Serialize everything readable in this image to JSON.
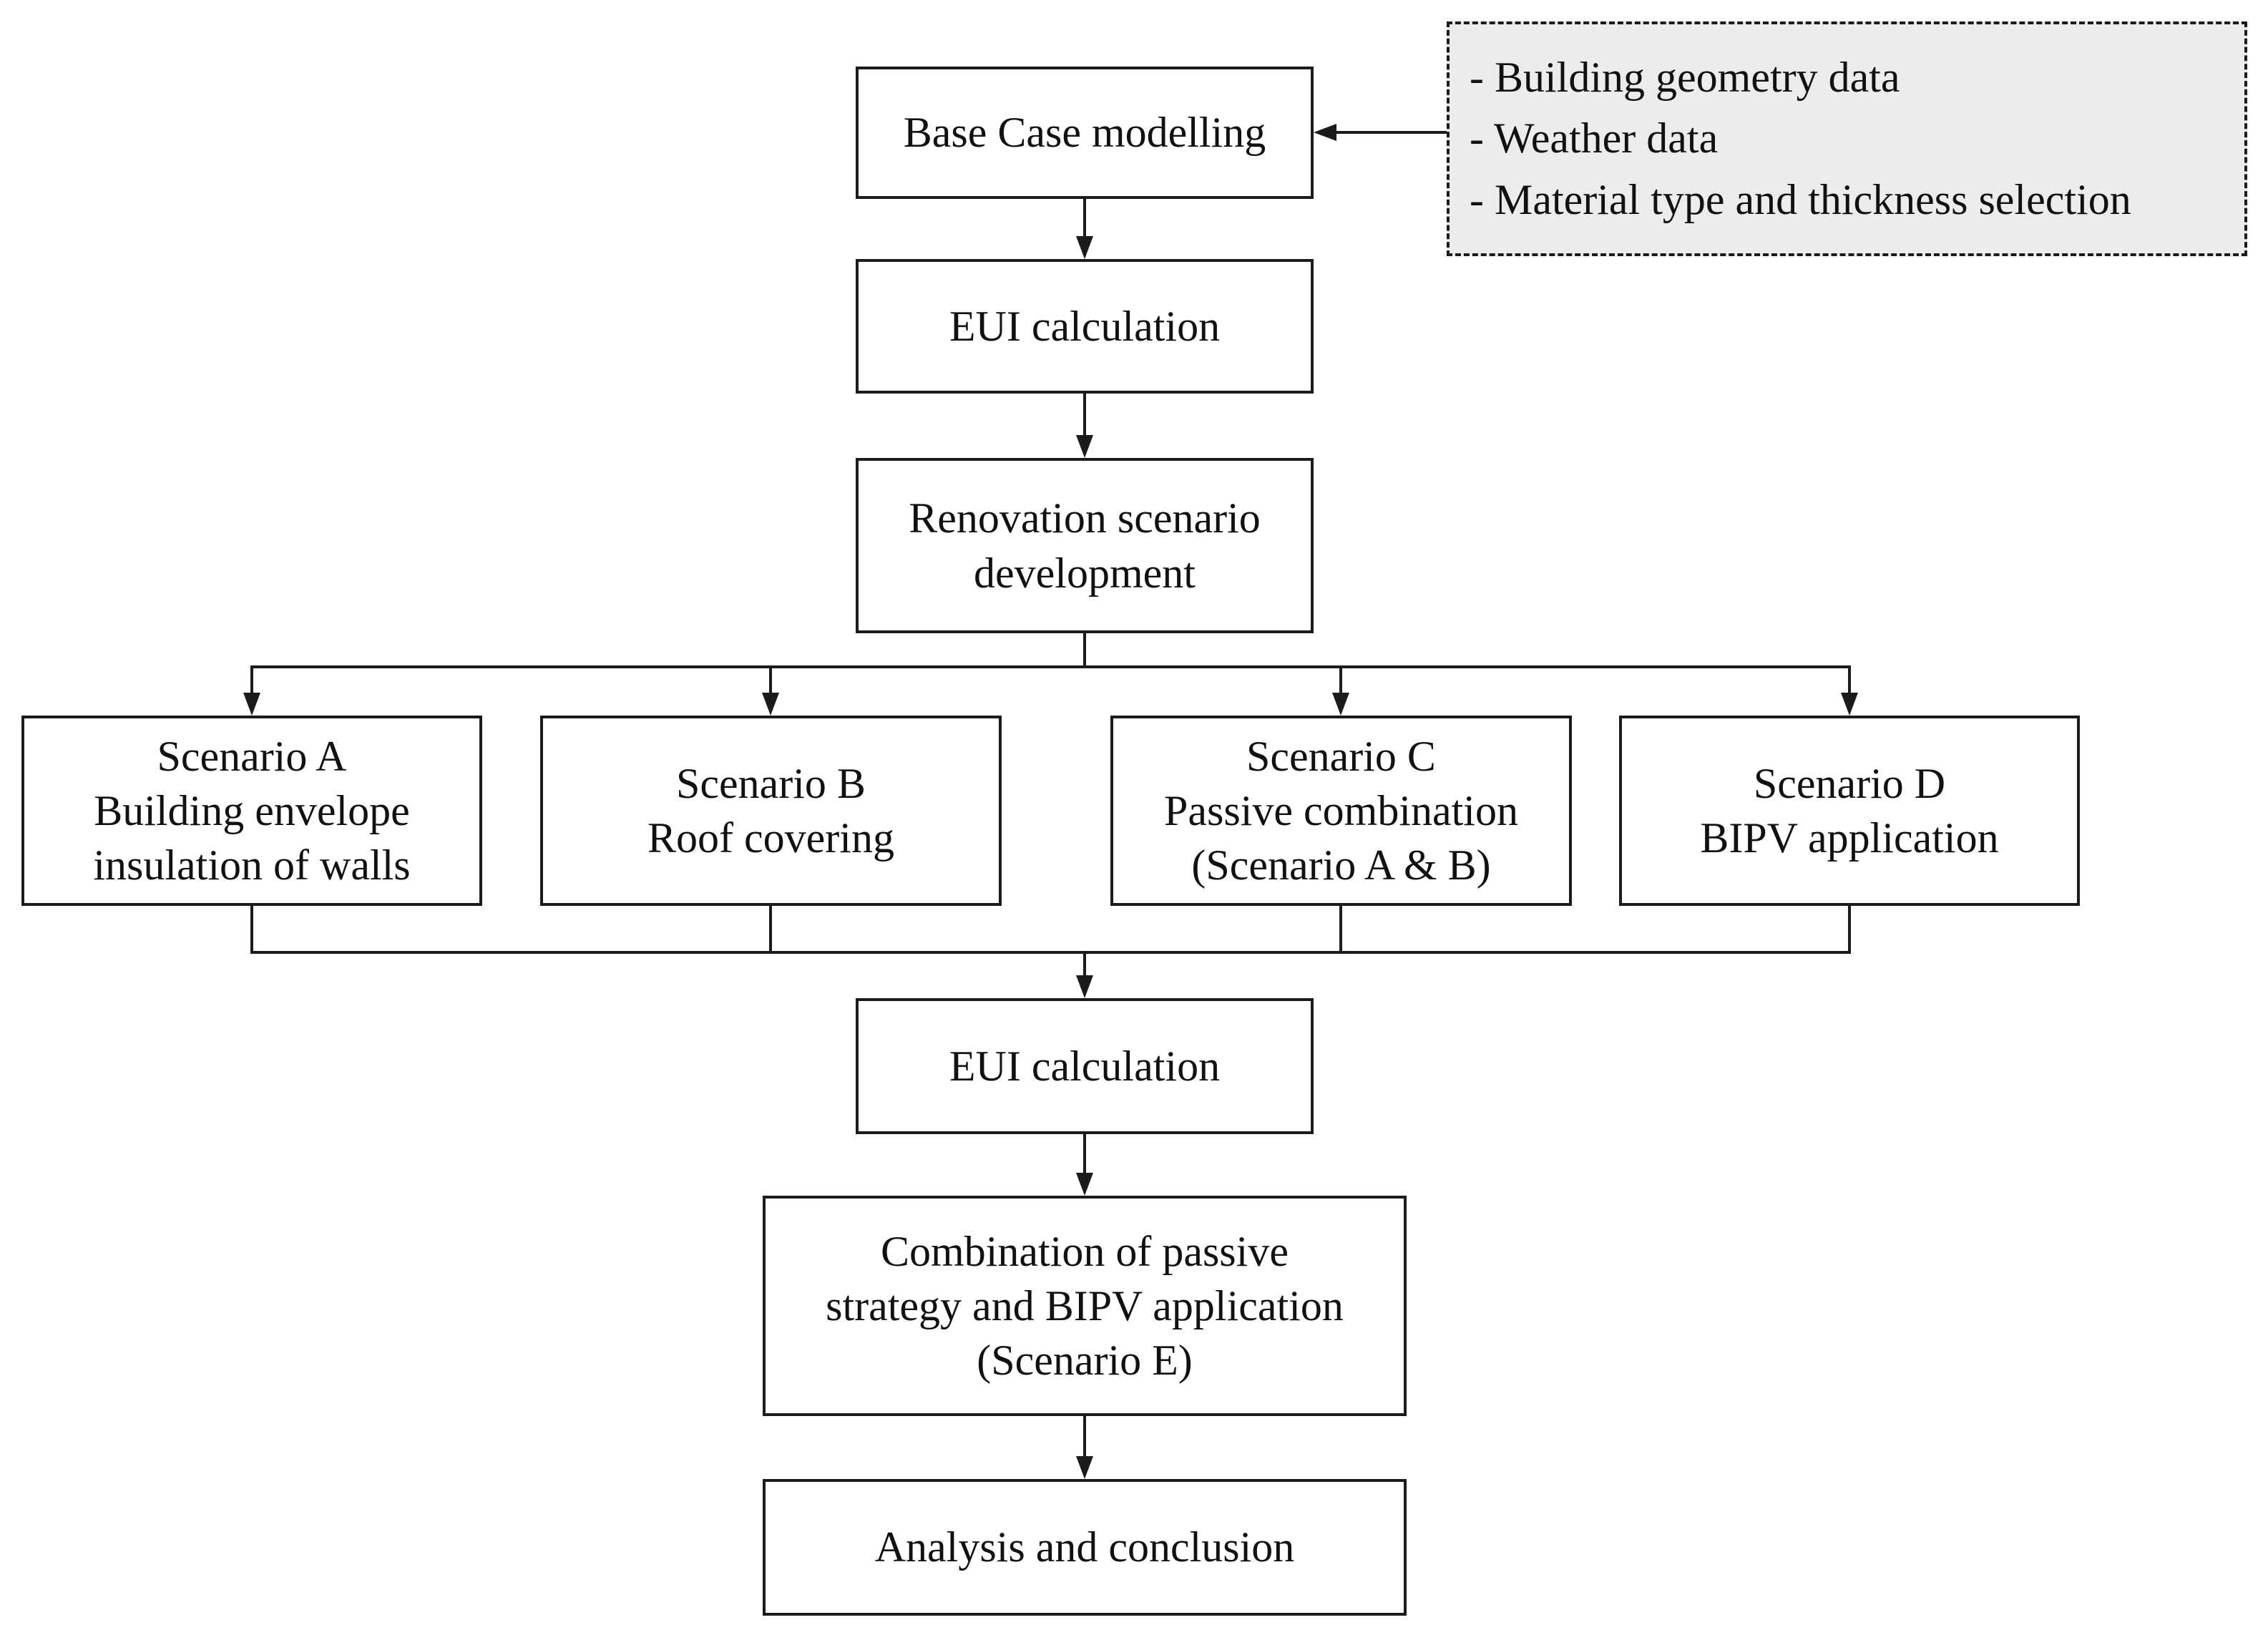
{
  "diagram": {
    "type": "flowchart",
    "nodes": {
      "base_case": {
        "label": "Base Case modelling"
      },
      "inputs": {
        "label": "- Building geometry data\n- Weather data\n- Material type and thickness selection"
      },
      "eui_1": {
        "label": "EUI calculation"
      },
      "renovation": {
        "label": "Renovation scenario\ndevelopment"
      },
      "scenario_a": {
        "label": "Scenario A\nBuilding envelope\ninsulation of walls"
      },
      "scenario_b": {
        "label": "Scenario B\nRoof covering"
      },
      "scenario_c": {
        "label": "Scenario C\nPassive combination\n(Scenario A & B)"
      },
      "scenario_d": {
        "label": "Scenario D\nBIPV application"
      },
      "eui_2": {
        "label": "EUI calculation"
      },
      "combination": {
        "label": "Combination of passive\nstrategy and BIPV application\n(Scenario E)"
      },
      "analysis": {
        "label": "Analysis and conclusion"
      }
    },
    "colors": {
      "line": "#1b1b1b",
      "box_fill": "#ffffff",
      "input_fill": "#ececec",
      "text": "#111111",
      "background": "#ffffff"
    }
  }
}
